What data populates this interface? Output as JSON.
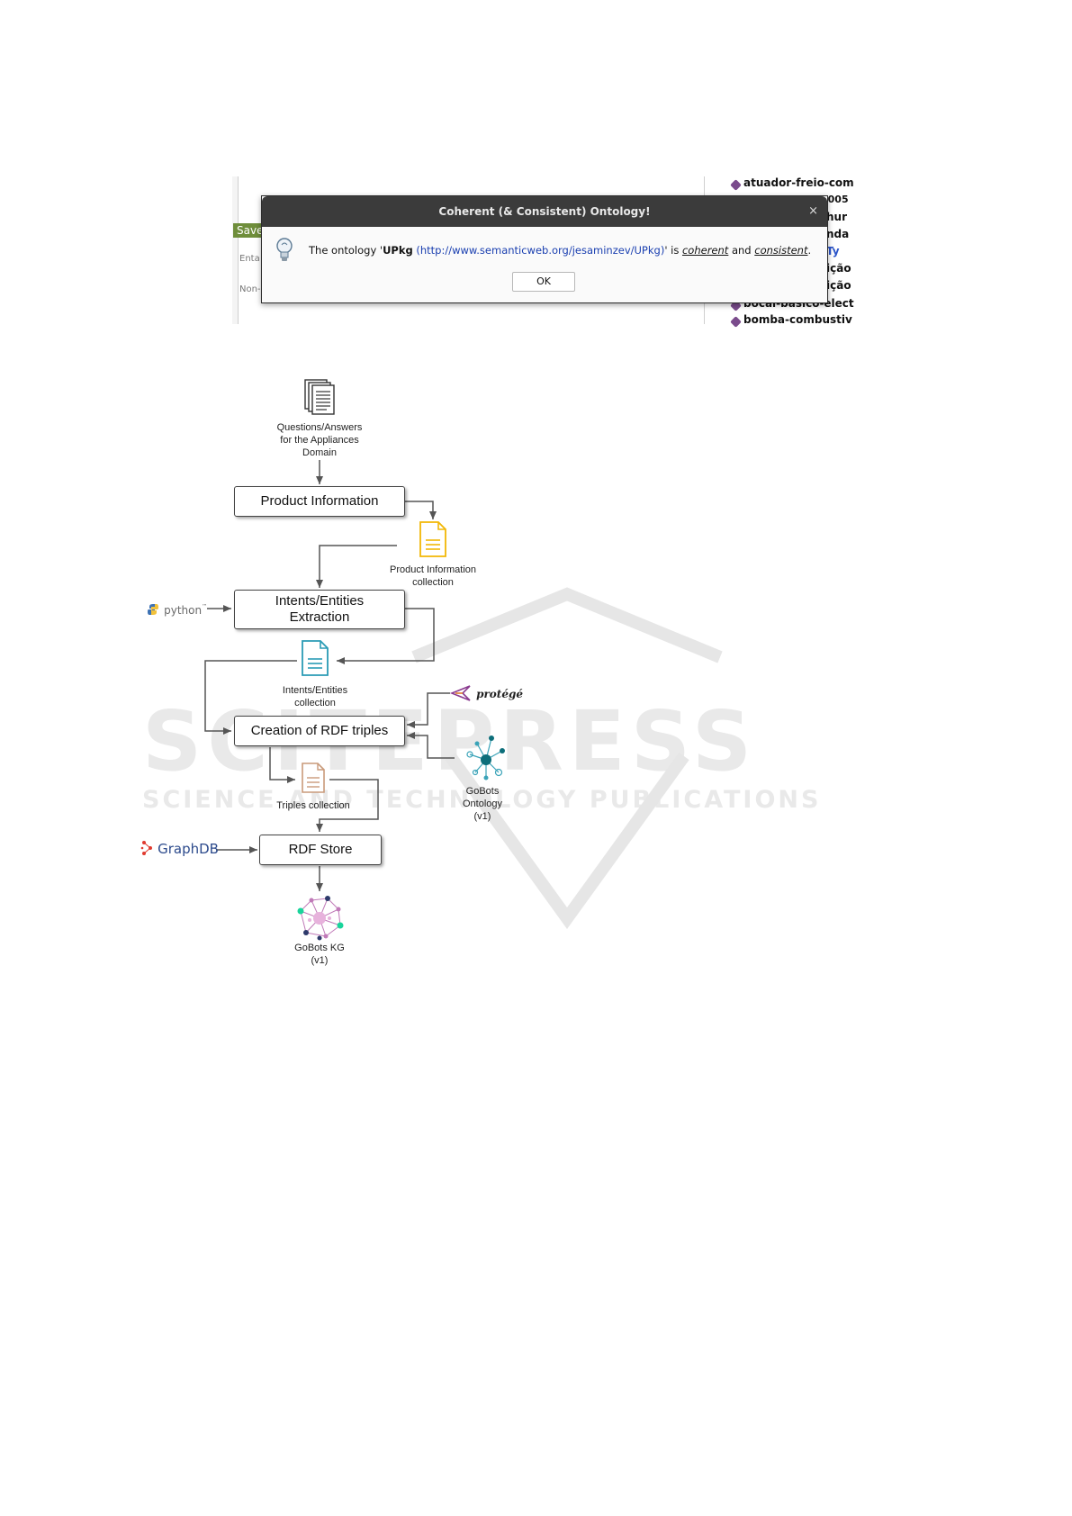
{
  "screenshot": {
    "left_panel": {
      "save_label": "Save",
      "entail_label": "Enta",
      "non_label": "Non-"
    },
    "right_list": [
      {
        "text": "atuador-freio-com",
        "diamond": true
      },
      {
        "text": "2005",
        "diamond": false,
        "partial": true
      },
      {
        "text": "hur",
        "diamond": false,
        "partial": true
      },
      {
        "text": "nda",
        "diamond": false,
        "partial": true
      },
      {
        "text": "Ty",
        "diamond": false,
        "partial": true,
        "blue": true
      },
      {
        "text": "ição",
        "diamond": false,
        "partial": true
      },
      {
        "text": "ição",
        "diamond": false,
        "partial": true
      },
      {
        "text": "bocal-basico-elect",
        "diamond": true
      },
      {
        "text": "bomba-combustiv",
        "diamond": true
      }
    ],
    "dialog": {
      "title": "Coherent (& Consistent) Ontology!",
      "close_glyph": "×",
      "msg_prefix": "The ontology '",
      "ontology_name": "UPkg",
      "ontology_iri": "(http://www.semanticweb.org/jesaminzev/UPkg)",
      "msg_mid": "' is ",
      "coherent_word": "coherent",
      "and_word": " and ",
      "consistent_word": "consistent",
      "msg_end": ".",
      "ok_label": "OK"
    }
  },
  "diagram": {
    "source_caption_1": "Questions/Answers",
    "source_caption_2": "for the Appliances",
    "source_caption_3": "Domain",
    "product_info_box": "Product Information",
    "product_info_collection_1": "Product Information",
    "product_info_collection_2": "collection",
    "python_logo": "python",
    "python_tm": "™",
    "intents_box_1": "Intents/Entities",
    "intents_box_2": "Extraction",
    "intents_collection_1": "Intents/Entities",
    "intents_collection_2": "collection",
    "protege_logo": "protégé",
    "rdf_triples_box": "Creation of RDF triples",
    "ontology_caption_1": "GoBots",
    "ontology_caption_2": "Ontology",
    "ontology_caption_3": "(v1)",
    "triples_collection": "Triples collection",
    "graphdb_logo": "GraphDB",
    "rdf_store_box": "RDF Store",
    "kg_caption_1": "GoBots KG",
    "kg_caption_2": "(v1)"
  },
  "watermark": {
    "line1": "SCITEPRESS",
    "line2": "SCIENCE AND TECHNOLOGY PUBLICATIONS"
  },
  "colors": {
    "dialog_titlebar": "#3b3b3b",
    "save_bar": "#6f8e3b",
    "entity_diamond": "#7a4b8c",
    "product_doc_icon": "#f2b705",
    "intents_doc_icon": "#2a9bb5",
    "triples_doc_icon": "#c99a7a",
    "graphdb_red": "#e03a2f",
    "graphdb_blue": "#2c4a8c"
  },
  "icons": [
    "document-stack-icon",
    "lightbulb-icon",
    "document-icon",
    "python-logo-icon",
    "protege-logo-icon",
    "ontology-graph-icon",
    "graphdb-logo-icon",
    "knowledge-graph-icon"
  ]
}
